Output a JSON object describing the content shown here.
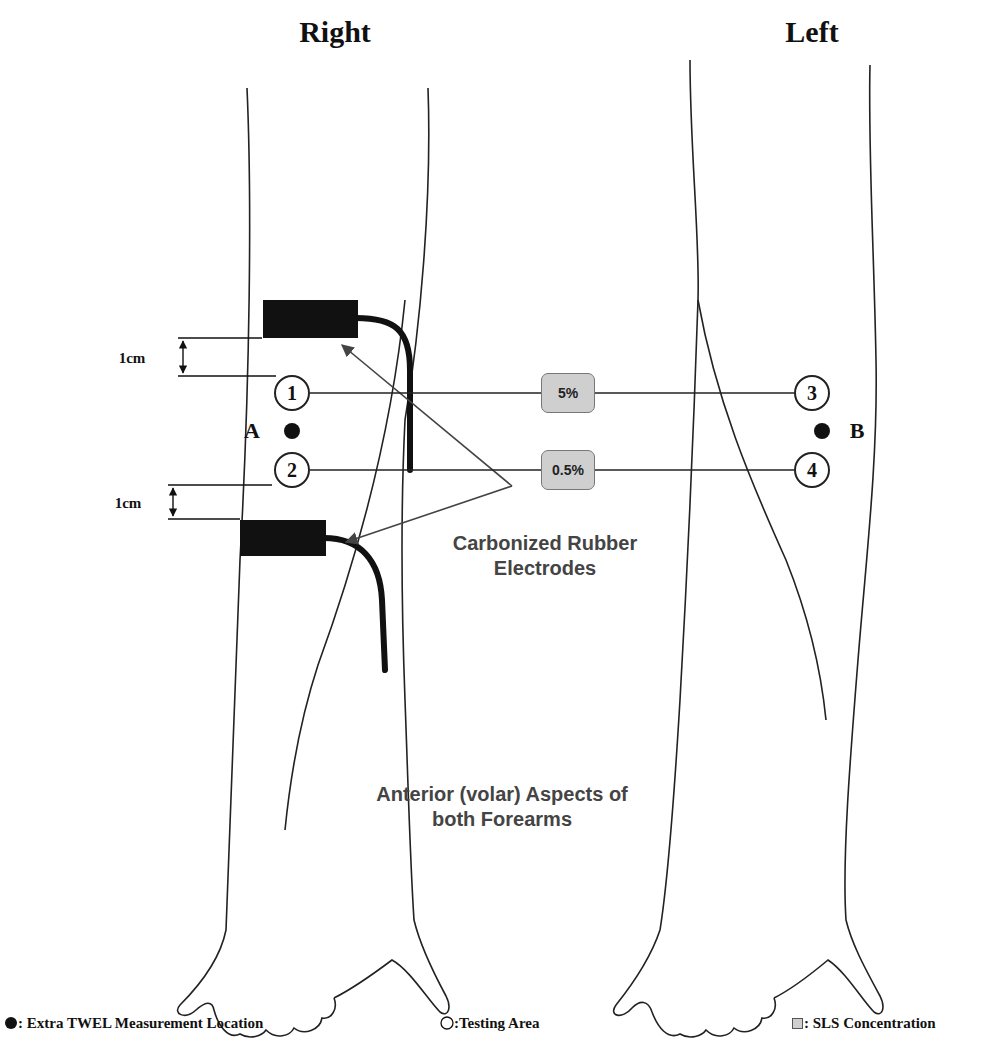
{
  "diagram": {
    "nodes": [
      {
        "text": [
          "1"
        ]
      },
      {
        "text": [
          "5%"
        ]
      },
      {
        "text": [
          "3"
        ]
      },
      {
        "text": [
          "2"
        ]
      },
      {
        "text": [
          "0.5%"
        ]
      },
      {
        "text": [
          "4"
        ]
      }
    ],
    "edges": [
      {
        "from": 0,
        "to": 1,
        "arrow": "none"
      },
      {
        "from": 1,
        "to": 2,
        "arrow": "none"
      },
      {
        "from": 3,
        "to": 4,
        "arrow": "none"
      },
      {
        "from": 4,
        "to": 5,
        "arrow": "none"
      }
    ],
    "labels": [
      "Right",
      "Left",
      "1cm",
      "1cm",
      "A",
      "B",
      "Carbonized Rubber Electrodes",
      "Anterior (volar) Aspects of both Forearms"
    ],
    "legend": [
      {
        "text": ": Extra TWEL Measurement Location"
      },
      {
        "text": ":Testing Area"
      },
      {
        "text": ": SLS Concentration",
        "color": "#cfcfcf"
      }
    ]
  }
}
